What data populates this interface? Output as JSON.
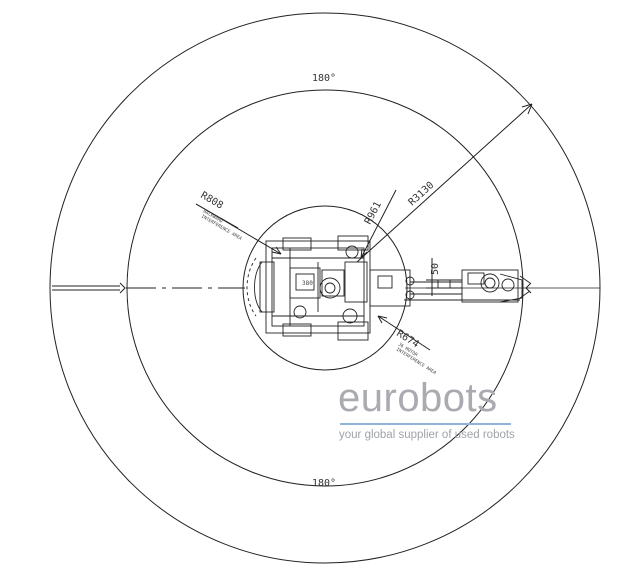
{
  "angles": {
    "top": "180°",
    "bottom": "180°"
  },
  "radii": {
    "r3130": "R3130",
    "r961": "R961",
    "r808": "R808",
    "r674": "R674",
    "offset": "50"
  },
  "notes": {
    "r808_line1": "BACKWARD",
    "r808_line2": "INTERFERENCE AREA",
    "r674_line1": "J6 MOTOR",
    "r674_line2": "INTERFERENCE AREA"
  },
  "watermark": {
    "brand": "eurobots",
    "tagline": "your global supplier of used robots",
    "accent_color": "#8fb6d8"
  }
}
